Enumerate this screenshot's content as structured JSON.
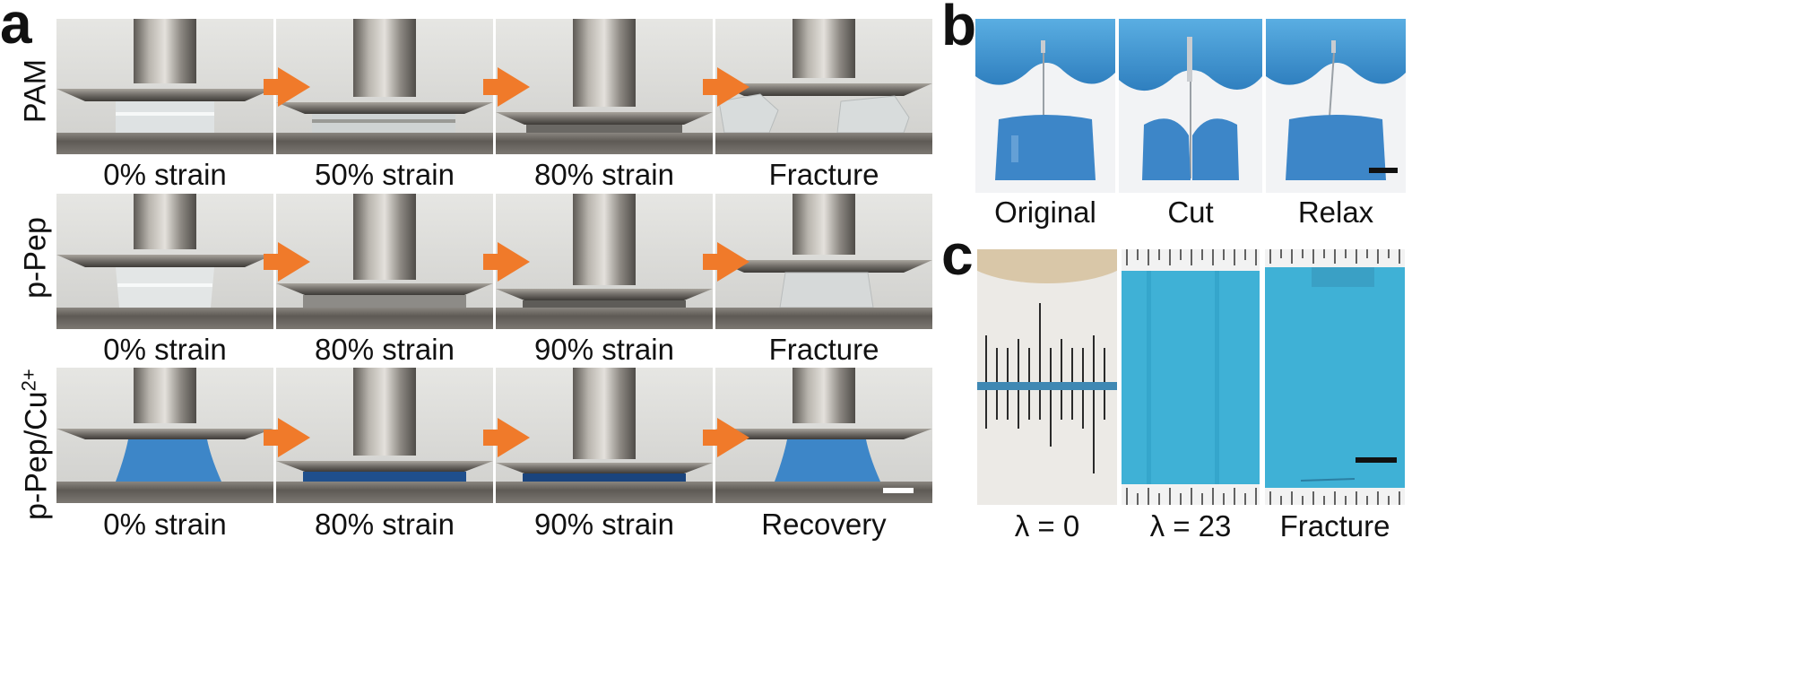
{
  "panels": {
    "a": "a",
    "b": "b",
    "c": "c"
  },
  "panel_a": {
    "row_labels": {
      "pam": "PAM",
      "ppep": "p-Pep",
      "ppepcu_main": "p-Pep/Cu",
      "ppepcu_sup": "2+"
    },
    "rows": [
      {
        "captions": [
          "0% strain",
          "50% strain",
          "80% strain",
          "Fracture"
        ]
      },
      {
        "captions": [
          "0% strain",
          "80% strain",
          "90% strain",
          "Fracture"
        ]
      },
      {
        "captions": [
          "0% strain",
          "80% strain",
          "90% strain",
          "Recovery"
        ]
      }
    ]
  },
  "panel_b": {
    "captions": [
      "Original",
      "Cut",
      "Relax"
    ]
  },
  "panel_c": {
    "captions": [
      "λ = 0",
      "λ = 23",
      "Fracture"
    ]
  },
  "colors": {
    "arrow": "#F07A2A",
    "gel_blue": "#3D86C8",
    "glove_blue": "#4A9ED6",
    "strip_cyan": "#3FB1D6"
  }
}
